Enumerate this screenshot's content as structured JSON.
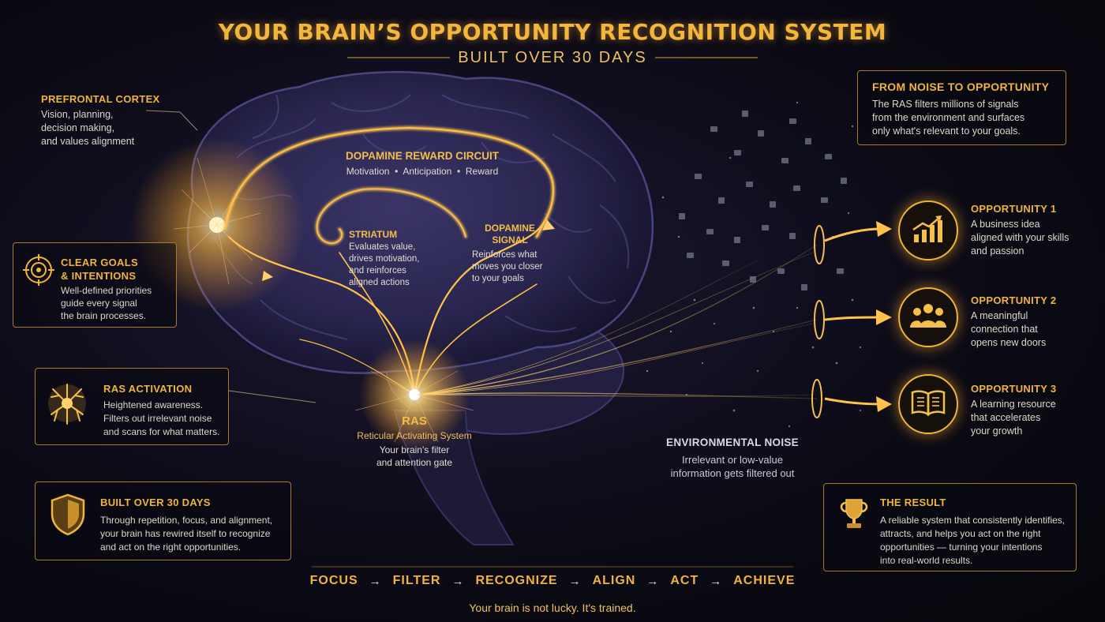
{
  "header": {
    "title": "YOUR BRAIN’S OPPORTUNITY RECOGNITION SYSTEM",
    "subtitle": "BUILT OVER 30 DAYS"
  },
  "left_panels": {
    "prefrontal": {
      "title": "PREFRONTAL CORTEX",
      "text": [
        "Vision, planning,",
        "decision making,",
        "and values alignment"
      ]
    },
    "goals": {
      "title_lines": [
        "CLEAR GOALS",
        "& INTENTIONS"
      ],
      "text": [
        "Well-defined priorities",
        "guide every signal",
        "the brain processes."
      ],
      "icon": "target-icon"
    },
    "ras_activation": {
      "title": "RAS ACTIVATION",
      "text": [
        "Heightened awareness.",
        "Filters out irrelevant noise",
        "and scans for what matters."
      ],
      "icon": "neuron-icon"
    },
    "built": {
      "title": "BUILT OVER 30 DAYS",
      "text": [
        "Through repetition, focus, and alignment,",
        "your brain has rewired itself to recognize",
        "and act on the right opportunities."
      ],
      "icon": "shield-icon"
    }
  },
  "brain_labels": {
    "dopamine_circuit": {
      "title": "DOPAMINE REWARD CIRCUIT",
      "text": "Motivation  •  Anticipation  •  Reward"
    },
    "striatum": {
      "title": "STRIATUM",
      "text": [
        "Evaluates value,",
        "drives motivation,",
        "and reinforces",
        "aligned actions"
      ]
    },
    "dopamine_signal": {
      "title_lines": [
        "DOPAMINE",
        "SIGNAL"
      ],
      "text": [
        "Reinforces what",
        "moves you closer",
        "to your goals"
      ]
    },
    "ras": {
      "title": "RAS",
      "subtitle": "Reticular Activating System",
      "text": [
        "Your brain's filter",
        "and attention gate"
      ]
    }
  },
  "noise": {
    "title": "ENVIRONMENTAL NOISE",
    "text": [
      "Irrelevant or low-value",
      "information gets filtered out"
    ]
  },
  "right_panels": {
    "noise_to_opp": {
      "title": "FROM NOISE TO OPPORTUNITY",
      "text": [
        "The RAS filters millions of signals",
        "from the environment and surfaces",
        "only what's relevant to your goals."
      ]
    },
    "opportunities": [
      {
        "title": "OPPORTUNITY 1",
        "text": [
          "A business idea",
          "aligned with your skills",
          "and passion"
        ],
        "icon": "growth-chart-icon"
      },
      {
        "title": "OPPORTUNITY 2",
        "text": [
          "A meaningful",
          "connection that",
          "opens new doors"
        ],
        "icon": "people-icon"
      },
      {
        "title": "OPPORTUNITY 3",
        "text": [
          "A learning resource",
          "that accelerates",
          "your growth"
        ],
        "icon": "book-icon"
      }
    ],
    "result": {
      "title": "THE RESULT",
      "text": [
        "A reliable system that consistently identifies,",
        "attracts, and helps you act on the right",
        "opportunities — turning your intentions",
        "into real-world results."
      ],
      "icon": "trophy-icon"
    }
  },
  "flow": {
    "steps": [
      "FOCUS",
      "FILTER",
      "RECOGNIZE",
      "ALIGN",
      "ACT",
      "ACHIEVE"
    ],
    "arrow": "→"
  },
  "tagline": "Your brain is not lucky. It's trained.",
  "colors": {
    "accent": "#f0b43c",
    "background": "#0c0b16",
    "brain": "#2e2a52"
  }
}
